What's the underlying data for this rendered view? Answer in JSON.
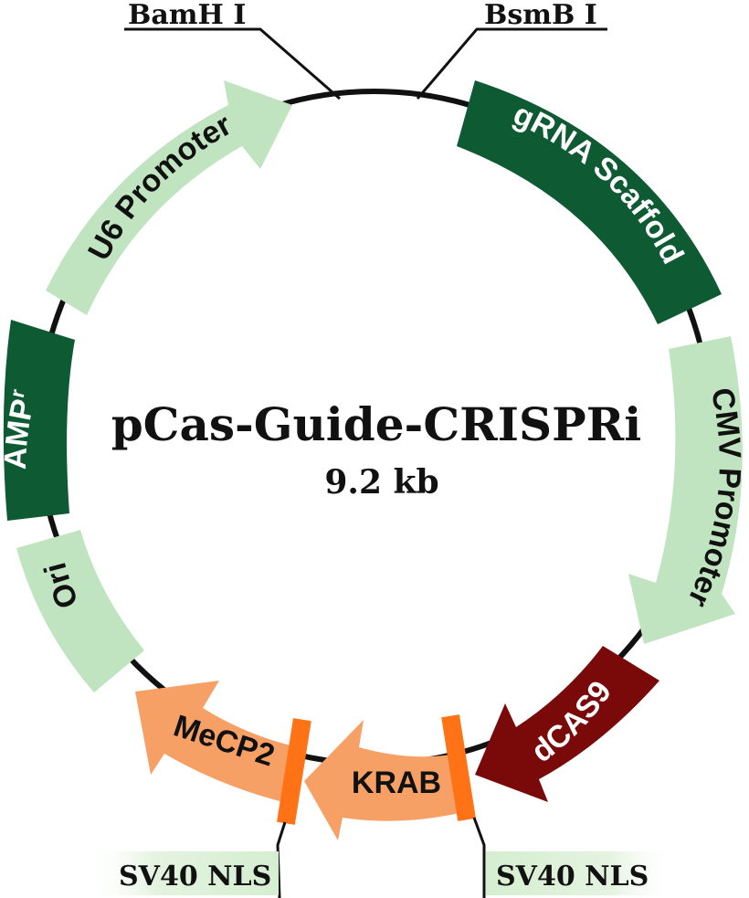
{
  "plasmid": {
    "name": "pCas-Guide-CRISPRi",
    "size": "9.2 kb"
  },
  "colors": {
    "backbone": "#111111",
    "promoter": "#bfe4bf",
    "dark_element": "#0d5a33",
    "dcas9": "#7a0a0a",
    "repressor": "#f6a066",
    "nls": "#ff7316",
    "nls_box": "#e4f3e0"
  },
  "features": {
    "u6": {
      "label": "U6 Promoter",
      "color": "#bfe4bf",
      "text_color": "#111111",
      "shape": "arrow-clockwise"
    },
    "grna": {
      "label": "gRNA Scaffold",
      "color": "#0d5a33",
      "text_color": "#ffffff",
      "shape": "block"
    },
    "cmv": {
      "label": "CMV Promoter",
      "color": "#bfe4bf",
      "text_color": "#111111",
      "shape": "arrow-clockwise"
    },
    "dcas9": {
      "label": "dCAS9",
      "color": "#7a0a0a",
      "text_color": "#ffffff",
      "shape": "arrow-clockwise"
    },
    "krab": {
      "label": "KRAB",
      "color": "#f6a066",
      "text_color": "#111111",
      "shape": "arrow-clockwise"
    },
    "mecp2": {
      "label": "MeCP2",
      "color": "#f6a066",
      "text_color": "#111111",
      "shape": "arrow-clockwise"
    },
    "ori": {
      "label": "Ori",
      "color": "#bfe4bf",
      "text_color": "#111111",
      "shape": "block"
    },
    "amp": {
      "label": "AMP",
      "superscript": "r",
      "color": "#0d5a33",
      "text_color": "#ffffff",
      "shape": "block"
    }
  },
  "sites": {
    "bamh1": "BamH I",
    "bsmb1": "BsmB I"
  },
  "nls": {
    "left": "SV40 NLS",
    "right": "SV40 NLS"
  }
}
